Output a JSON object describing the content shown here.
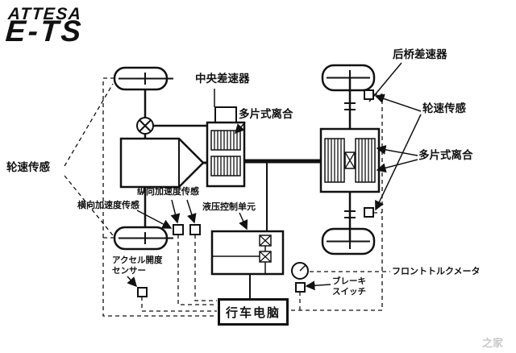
{
  "colors": {
    "ink": "#111111",
    "background": "#ffffff",
    "watermark": "#c9c9c9"
  },
  "logo": {
    "line1": "ATTESA",
    "line2": "E-TS"
  },
  "labels": {
    "central_differential": "中央差速器",
    "rear_axle_differential": "后桥差速器",
    "multi_plate_clutch_front": "多片式离合",
    "multi_plate_clutch_rear": "多片式离合",
    "wheel_speed_sensor_front": "轮速传感",
    "wheel_speed_sensor_rear": "轮速传感",
    "longitudinal_accel_sensor": "纵向加速度传感",
    "lateral_accel_sensor": "横向加速度传感",
    "hydraulic_control_unit": "液压控制单元",
    "accelerator_position_sensor": "アクセル開度\nセンサー",
    "brake_switch": "ブレーキ\nスイッチ",
    "front_torque_meter": "フロントトルクメータ",
    "drive_computer": "行车电脑",
    "watermark": "之家"
  }
}
